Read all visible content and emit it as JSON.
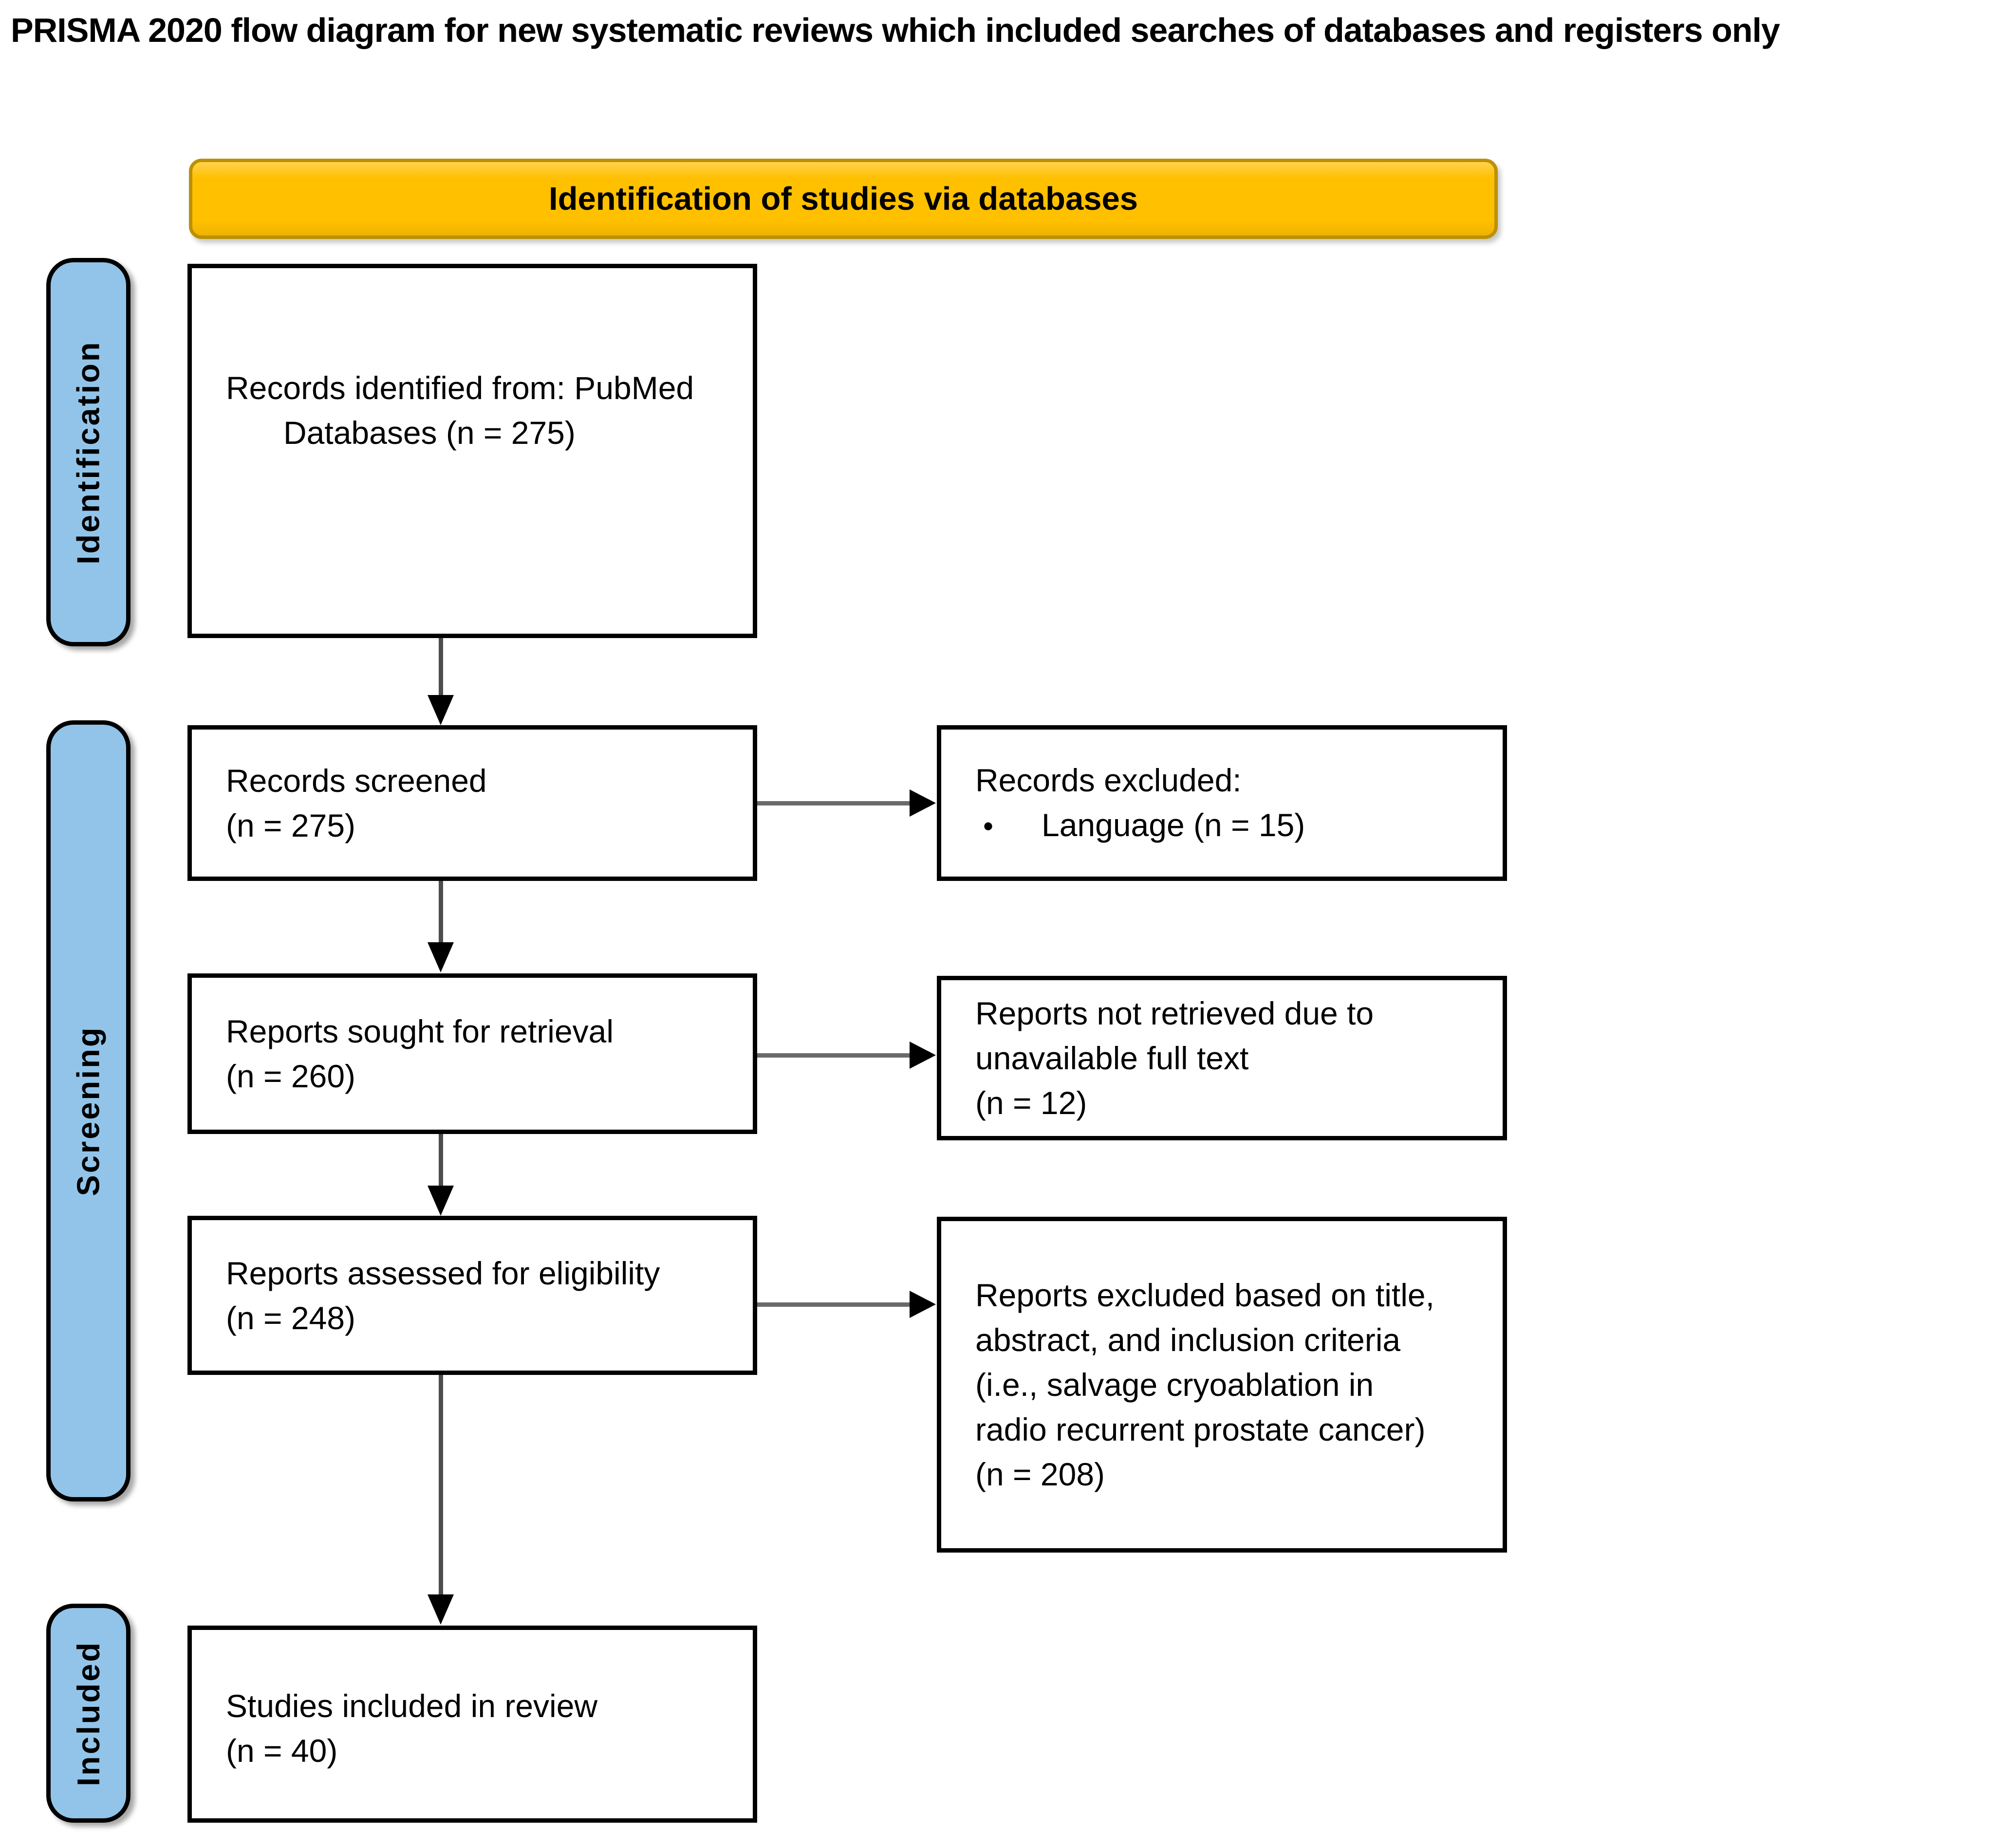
{
  "title": "PRISMA 2020 flow diagram for new systematic reviews which included searches of databases and registers only",
  "banner": {
    "label": "Identification of studies via databases"
  },
  "stages": {
    "identification": "Identification",
    "screening": "Screening",
    "included": "Included"
  },
  "boxes": {
    "identified": {
      "lines": [
        "Records identified from: PubMed",
        "Databases (n = 275)"
      ]
    },
    "screened": {
      "lines": [
        "Records screened",
        "(n = 275)"
      ]
    },
    "sought": {
      "lines": [
        "Reports sought for retrieval",
        "(n = 260)"
      ]
    },
    "assessed": {
      "lines": [
        "Reports assessed for eligibility",
        "(n = 248)"
      ]
    },
    "included_review": {
      "lines": [
        "Studies included in review",
        "(n = 40)"
      ]
    },
    "excluded_records": {
      "heading": "Records excluded:",
      "bullet_glyph": "•",
      "bullet_text": "Language (n = 15)"
    },
    "not_retrieved": {
      "lines": [
        "Reports not retrieved due to",
        "unavailable full text",
        "(n = 12)"
      ]
    },
    "excluded_reports": {
      "lines": [
        "Reports excluded based on title,",
        "abstract, and inclusion criteria",
        "(i.e., salvage cryoablation in",
        "radio recurrent prostate cancer)",
        "(n = 208)"
      ]
    }
  },
  "colors": {
    "banner_fill": "#FFC000",
    "banner_border": "#BC9000",
    "stage_fill": "#92C4E9",
    "box_border": "#000000",
    "arrow_stem": "#4D4D4D",
    "arrow_head": "#000000"
  }
}
